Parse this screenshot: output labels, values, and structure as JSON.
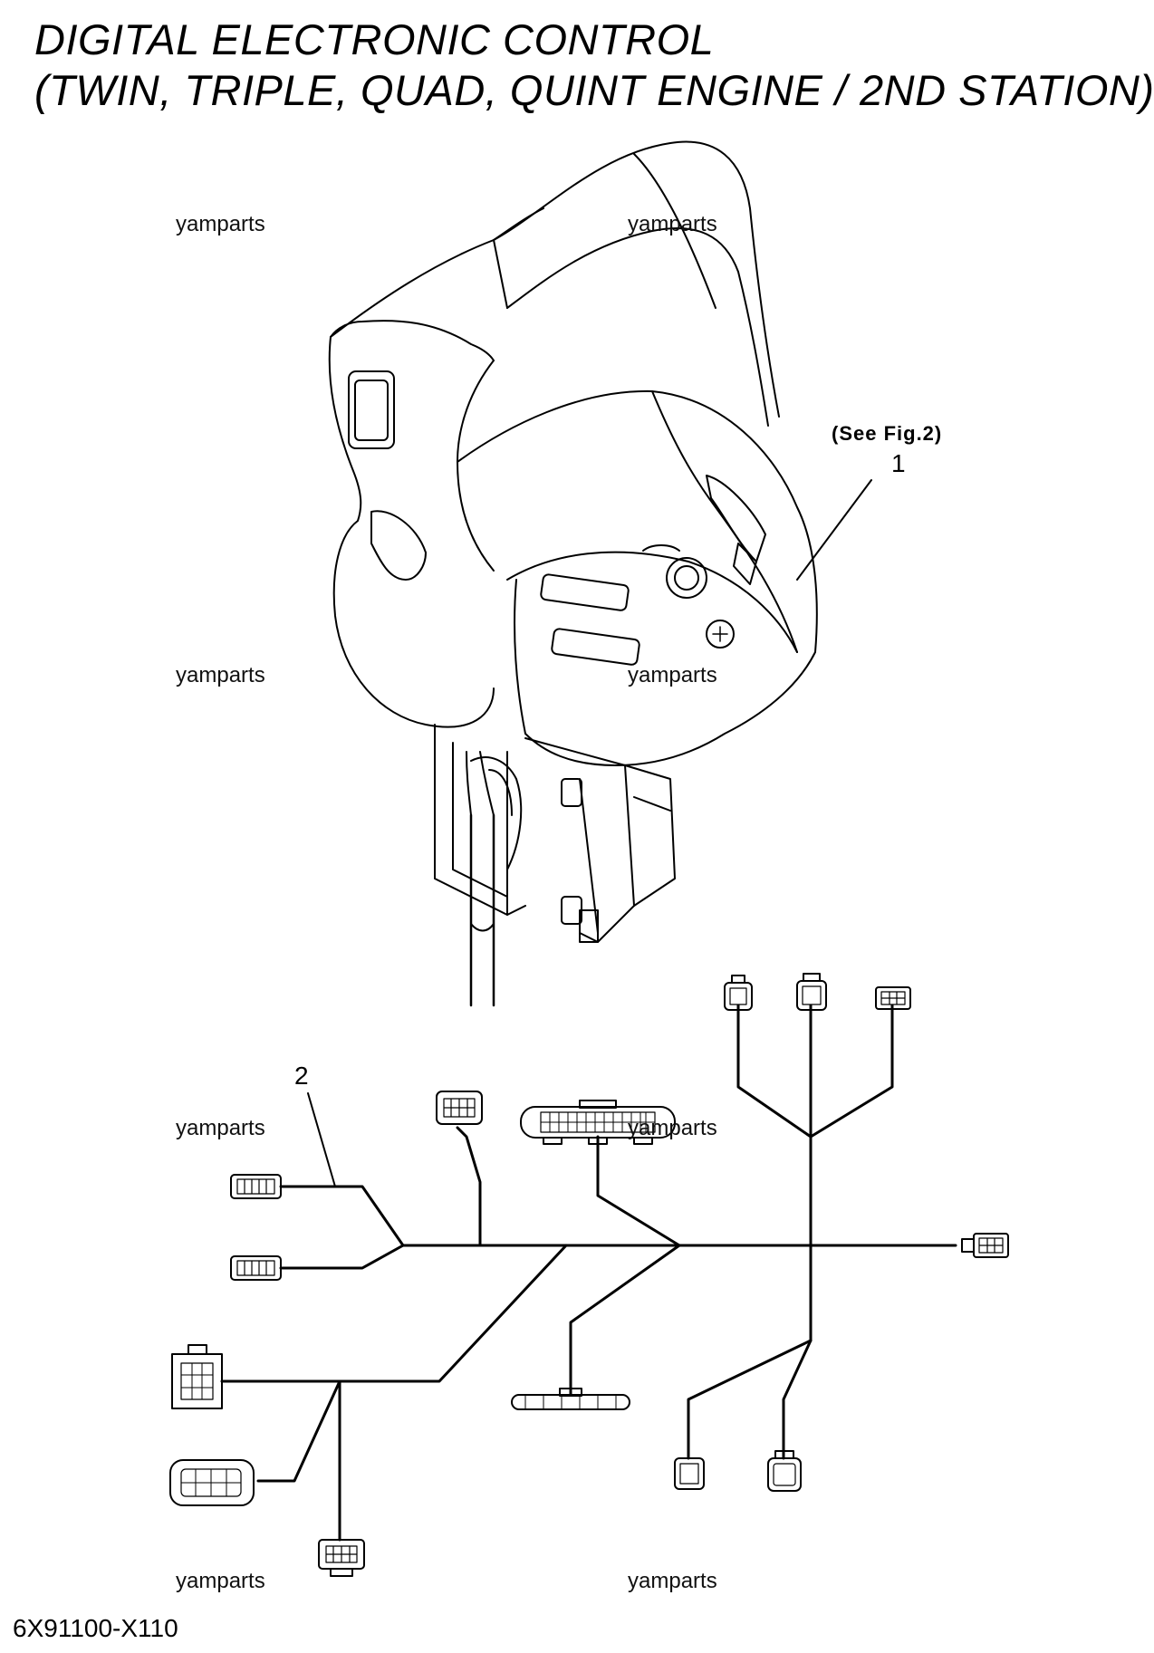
{
  "title": {
    "line1": "DIGITAL ELECTRONIC CONTROL",
    "line2": "(TWIN, TRIPLE, QUAD, QUINT ENGINE / 2ND STATION)"
  },
  "watermark": "yamparts",
  "callouts": {
    "part1": "1",
    "part2": "2",
    "see_fig": "(See Fig.2)"
  },
  "part_code": "6X91100-X110"
}
